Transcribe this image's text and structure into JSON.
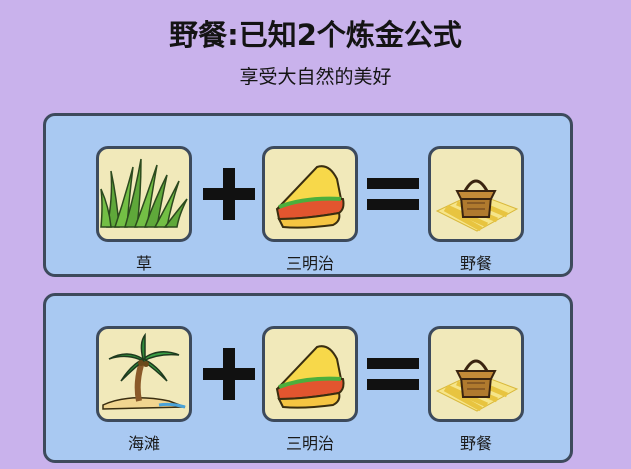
{
  "header": {
    "title": "野餐:已知2个炼金公式",
    "subtitle": "享受大自然的美好"
  },
  "recipes": [
    {
      "inputs": [
        {
          "label": "草",
          "icon": "grass-icon"
        },
        {
          "label": "三明治",
          "icon": "sandwich-icon"
        }
      ],
      "output": {
        "label": "野餐",
        "icon": "picnic-basket-icon"
      }
    },
    {
      "inputs": [
        {
          "label": "海滩",
          "icon": "beach-palm-icon"
        },
        {
          "label": "三明治",
          "icon": "sandwich-icon"
        }
      ],
      "output": {
        "label": "野餐",
        "icon": "picnic-basket-icon"
      }
    }
  ],
  "colors": {
    "background": "#c9b2ec",
    "panel": "#a9c9f2",
    "slot": "#f1e9ba",
    "border": "#3d4a5c"
  }
}
